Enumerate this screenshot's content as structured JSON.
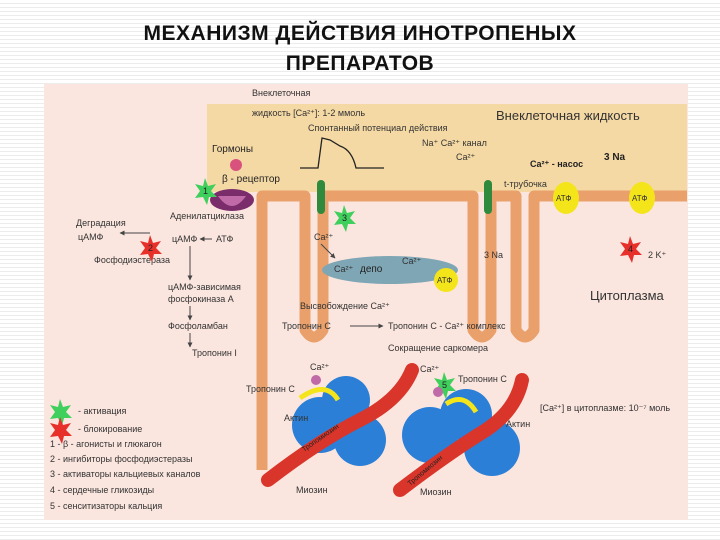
{
  "title": {
    "line1": "МЕХАНИЗМ ДЕЙСТВИЯ ИНОТРОПЕНЫХ",
    "line2": "ПРЕПАРАТОВ"
  },
  "extracellular": {
    "label": "Внеклеточная жидкость",
    "ca_line1": "Внеклеточная",
    "ca_line2": "жидкость [Ca²⁺]: 1-2 ммоль",
    "action_potential": "Спонтанный потенциал действия"
  },
  "cytoplasm": {
    "label": "Цитоплазма"
  },
  "receptor": {
    "hormones": "Гормоны",
    "beta": "β - рецептор",
    "adenylate": "Аденилатциклаза",
    "atp": "АТФ",
    "camp": "цАМФ",
    "degradation1": "Деградация",
    "degradation2": "цАМФ",
    "pde": "Фосфодиэстераза"
  },
  "channels": {
    "na_ca_top": "Na⁺  Ca²⁺  канал",
    "ca_top": "Ca²⁺",
    "ca_in": "Ca²⁺",
    "t_tubule": "t-трубочка",
    "na3": "3 Na",
    "ca_pump": "Ca²⁺ - насос",
    "na3_pump": "3 Na",
    "k2": "2 K⁺",
    "atf1": "АТФ",
    "atf2": "АТФ"
  },
  "sr": {
    "ca1": "Ca²⁺",
    "depot": "депо",
    "ca2": "Ca²⁺",
    "atf": "АТФ",
    "release": "Высвобождение  Ca²⁺"
  },
  "cascade": {
    "kinase1": "цАМФ-зависимая",
    "kinase2": "фосфокиназа А",
    "phospholamban": "Фосфоламбан",
    "troponin_i": "Тропонин I",
    "troponin_c": "Тропонин С",
    "troponin_c_ca": "Тропонин С - Ca²⁺ комплекс",
    "contraction": "Сокращение саркомера"
  },
  "sarcomere": {
    "ca_left": "Ca²⁺",
    "troponin_left": "Тропонин С",
    "actin_left": "Актин",
    "tropomyosin": "Тропомиозин",
    "myosin_left": "Миозин",
    "ca_right": "Ca²⁺",
    "troponin_right": "Тропонин С",
    "actin_right": "Актин",
    "tropomyosin_right": "Тропомиозин",
    "myosin_right": "Миозин",
    "cyto_ca": "[Ca²⁺] в цитоплазме: 10⁻⁷ моль"
  },
  "badges": [
    "1",
    "2",
    "3",
    "4",
    "5"
  ],
  "legend": {
    "items": [
      "- активация",
      "- блокирование",
      "1 - β - агонисты и глюкагон",
      "2 - ингибиторы фосфодиэстеразы",
      "3 - активаторы кальциевых каналов",
      "4 - сердечные гликозиды",
      "5 - сенситизаторы кальция"
    ]
  },
  "colors": {
    "extracellular": "#f5d9a4",
    "cytoplasm": "#fbe6df",
    "membrane": "#e9a06b",
    "activation": "#3fcf5c",
    "block": "#e8302a",
    "atp": "#f4e41a",
    "sr": "#7fa6b5",
    "myosin": "#2c7fd6",
    "actin": "#d9352a",
    "channel": "#2f8a3d"
  }
}
